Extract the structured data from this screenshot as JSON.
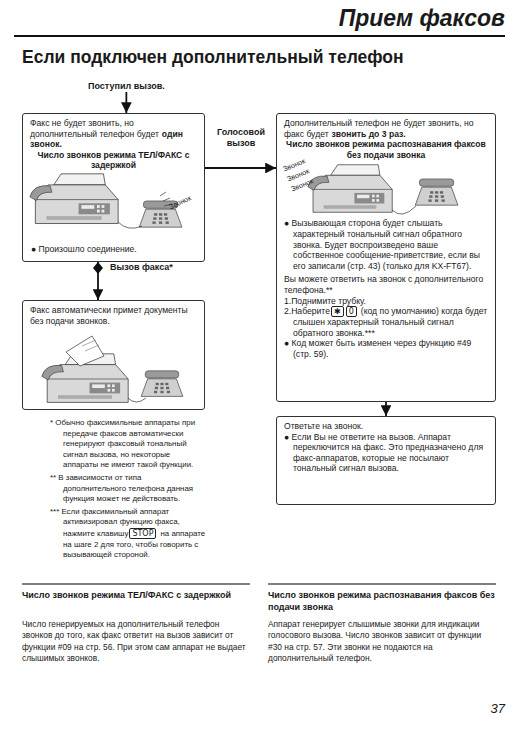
{
  "diagram": {
    "title": "Если подключен дополнительный телефон",
    "nodes": [
      {
        "text": [
          "Поступил вызов."
        ]
      },
      {
        "text": [
          "Факс не будет звонить, но дополнительный телефон будет",
          "один звонок.",
          "Число звонков режима ТЕЛ/ФАКС с задержкой",
          "● Произошло соединение."
        ]
      },
      {
        "text": [
          "Дополнительный телефон не будет звонить, но факс будет",
          "звонить до 3 раз.",
          "Число звонков режима распознавания факсов без подачи звонка",
          "● Вызывающая сторона будет слышать характерный тональный сигнал обратного звонка. Будет воспроизведено ваше собственное сообщение-приветствие, если вы его записали (стр. 43) (только для KX-FT67).",
          "Вы можете ответить на звонок с дополнительного телефона.**",
          "1.Поднимите трубку.",
          "2.Наберите",
          "✱",
          "0",
          "(код по умолчанию) когда будет слышен характерный тональный сигнал обратного звонка.***",
          "● Код может быть изменен через функцию #49 (стр. 59)."
        ]
      },
      {
        "text": [
          "Факс автоматически примет документы без подачи звонков."
        ]
      },
      {
        "text": [
          "Ответьте на звонок.",
          "● Если Вы не ответите на вызов. Аппарат переключится на факс. Это предназначено для факс-аппаратов, которые не посылают тональный сигнал вызова."
        ]
      }
    ],
    "edges": [
      {
        "from": 0,
        "to": 1,
        "arrow": "to"
      },
      {
        "from": 1,
        "to": 2,
        "label": "Голосовой вызов",
        "arrow": "to"
      },
      {
        "from": 1,
        "to": 3,
        "label": "Вызов факса*",
        "arrow": "to"
      },
      {
        "from": 2,
        "to": 4,
        "arrow": "to"
      }
    ],
    "labels": [
      "Прием факсов",
      "Звонок",
      "Звонок",
      "Звонок",
      "Звонок",
      "* Обычно факсимильные аппараты при передаче факсов автоматически генерируют факсовый тональный сигнал вызова, но некоторые аппараты не имеют такой функции.",
      "** В зависимости от типа дополнительного телефона данная функция может не действовать.",
      "*** Если факсимильный аппарат активизировал функцию факса, нажмите клавишу",
      "STOP",
      "на аппарате на шаге 2 для того, чтобы говорить с вызывающей стороной.",
      "Число звонков режима ТЕЛ/ФАКС с задержкой",
      "Число генерируемых на дополнительный телефон звонков до того, как факс ответит на вызов зависит от функции #09 на стр. 56. При этом сам аппарат не выдает слышимых звонков.",
      "Число звонков режима распознавания факсов без подачи звонка",
      "Аппарат генерирует слышимые звонки для индикации голосового вызова. Число звонков зависит от функции #30 на стр. 57. Эти звонки не подаются на дополнительный телефон.",
      "37"
    ]
  }
}
